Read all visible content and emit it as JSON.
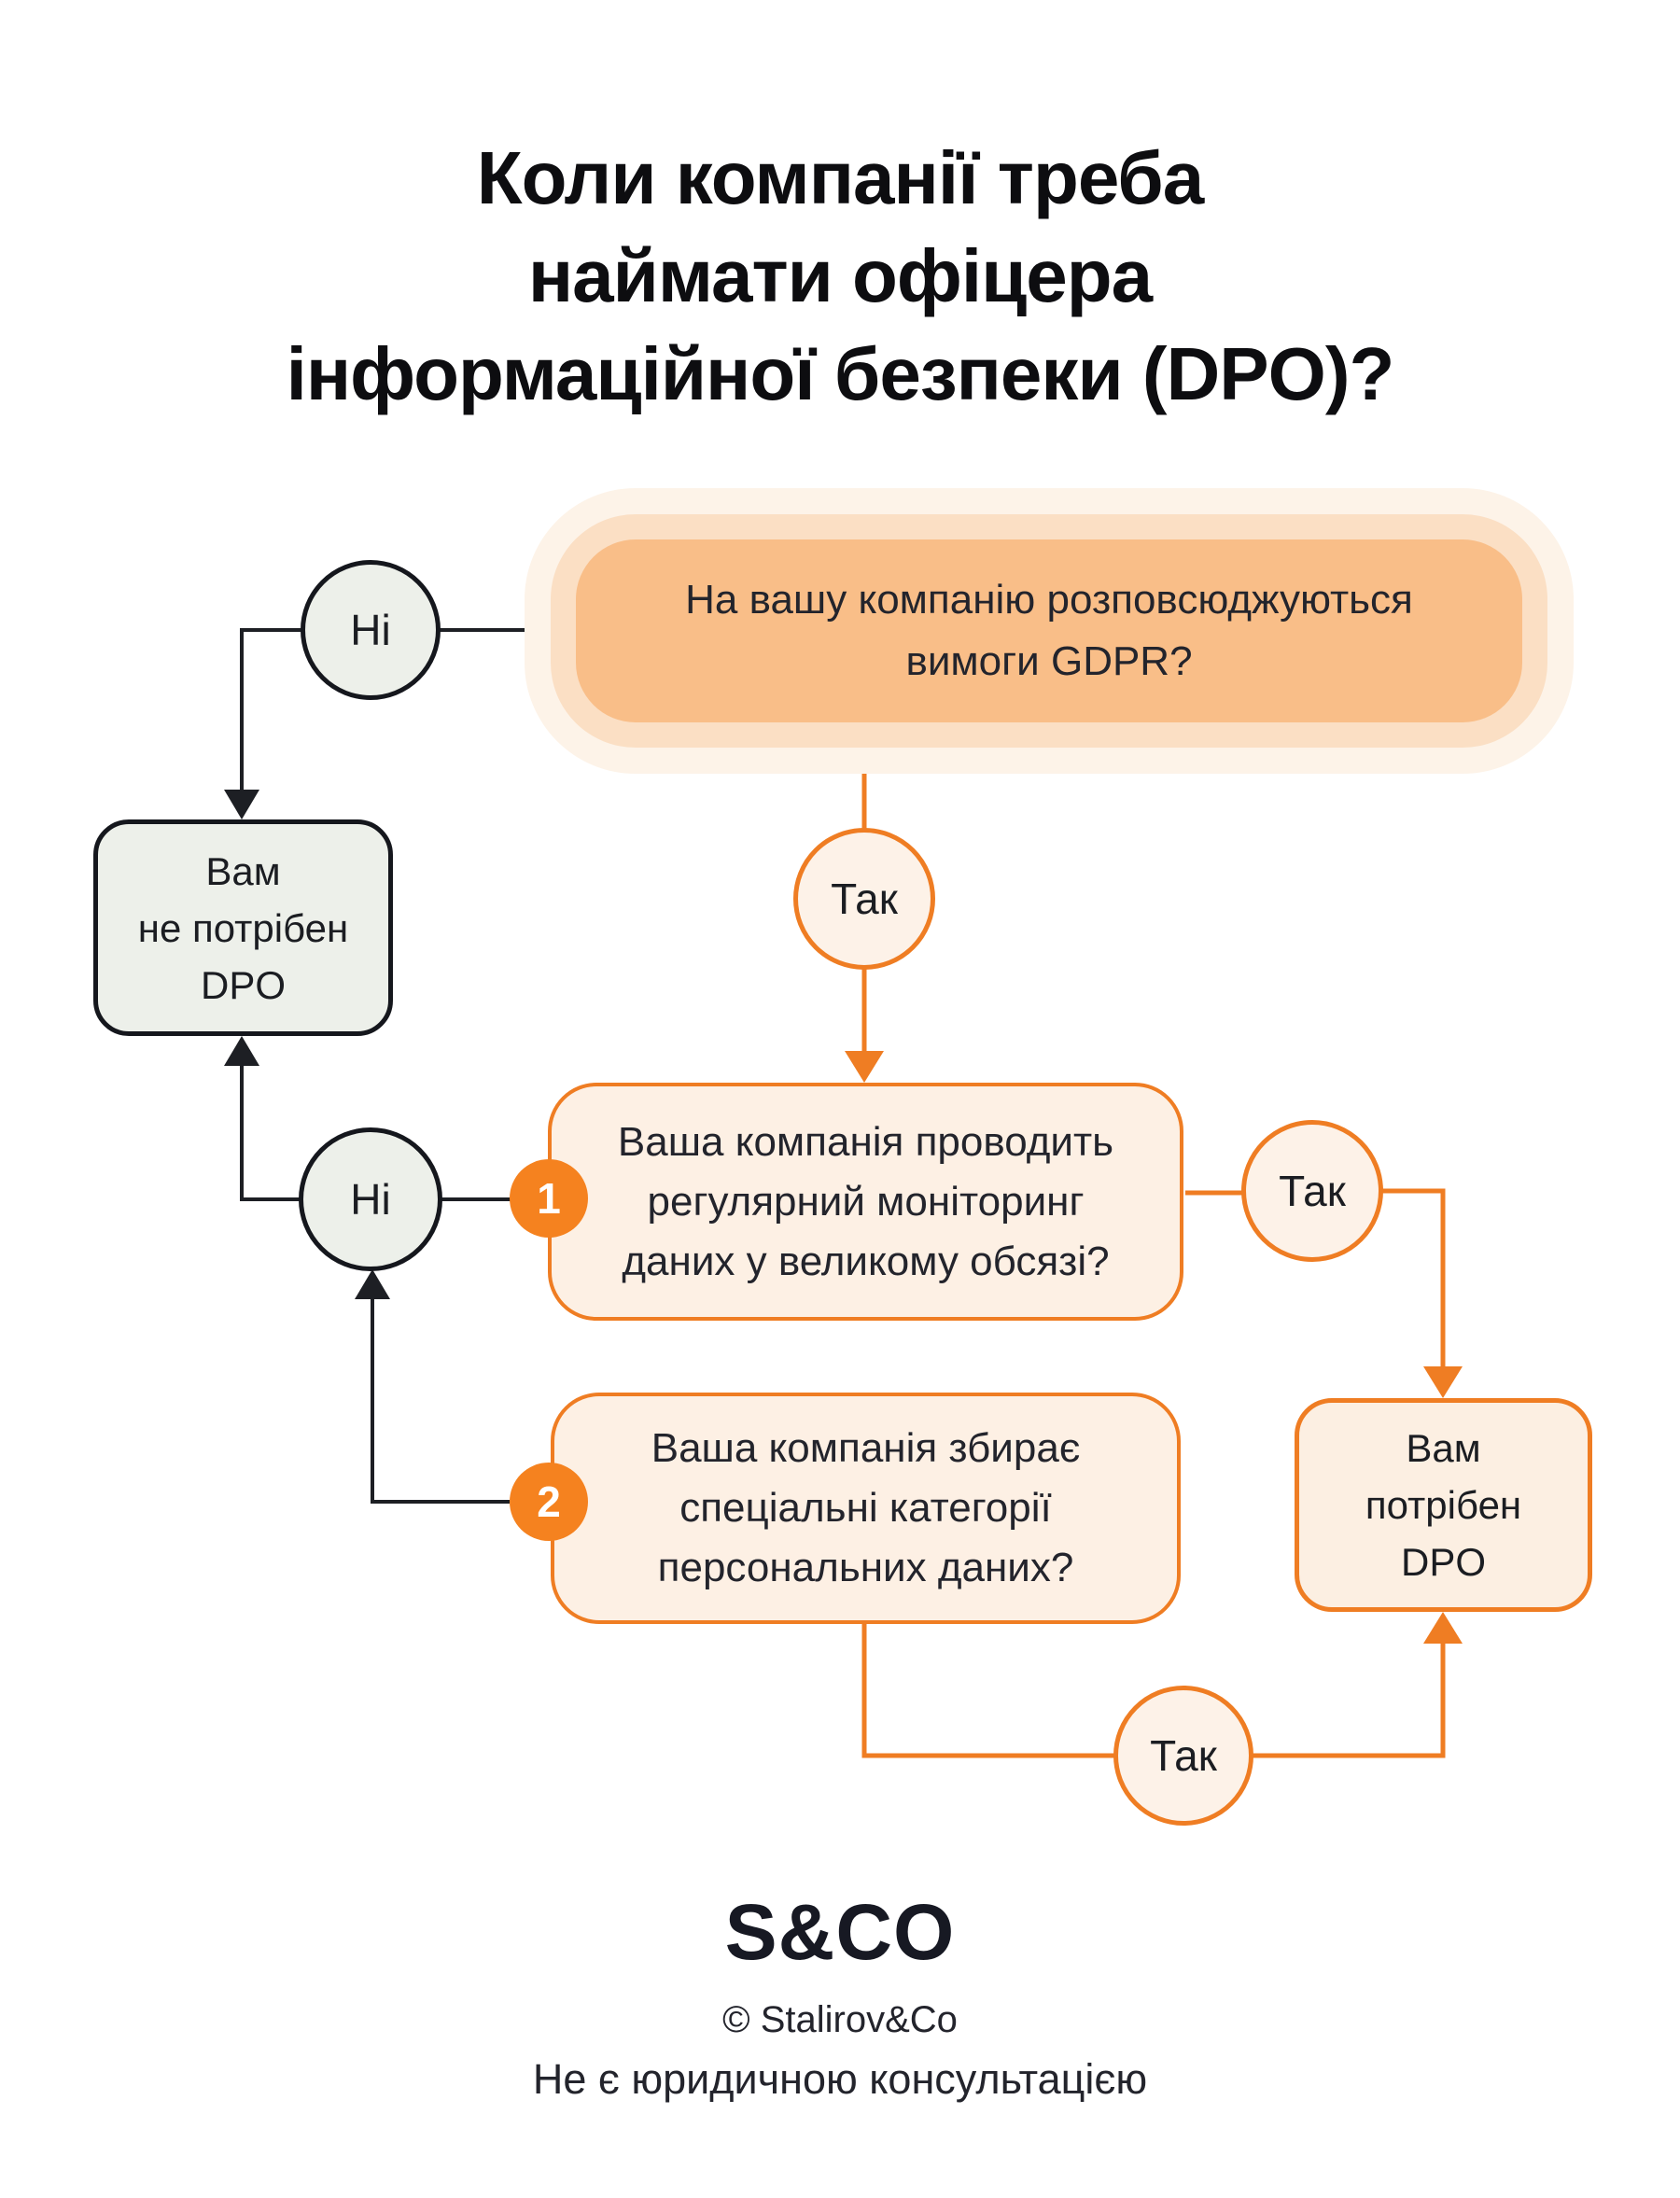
{
  "title": "Коли компанії треба\nнаймати офіцера\nінформаційної безпеки (DPO)?",
  "flow": {
    "gdpr_question": "На вашу компанію розповсюджуються\nвимоги GDPR?",
    "no_label": "Ні",
    "yes_label": "Так",
    "result_no": "Вам\nне потрібен\nDPO",
    "q1_number": "1",
    "q1_text": "Ваша компанія проводить\nрегулярний моніторинг\nданих у великому обсязі?",
    "q2_number": "2",
    "q2_text": "Ваша компанія збирає\nспеціальні категорії\nперсональних даних?",
    "result_yes": "Вам\nпотрібен\nDPO"
  },
  "footer": {
    "logo": "S&CO",
    "copyright": "© Stalirov&Co",
    "disclaimer": "Не є юридичною консультацією"
  },
  "colors": {
    "accent_orange": "#EF7D23",
    "badge_orange": "#F5821F",
    "peach_fill": "#F9BE88",
    "peach_glow_inner": "#FBDFC4",
    "peach_glow_outer": "#FDF3E8",
    "light_peach_fill": "#FDF0E4",
    "neutral_fill": "#EDF0EA",
    "line_black": "#1D1F24",
    "text_black": "#20222B"
  }
}
